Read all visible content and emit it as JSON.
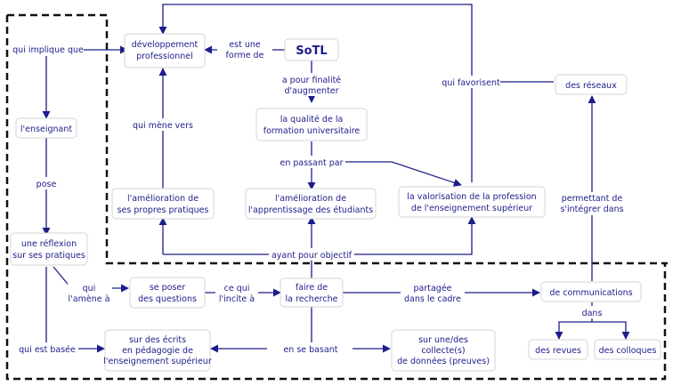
{
  "nodes": {
    "sotl": "SoTL",
    "dev_pro": [
      "développement",
      "professionnel"
    ],
    "qualite": [
      "la qualité de la",
      "formation universitaire"
    ],
    "enseignant": "l'enseignant",
    "reflexion": [
      "une réflexion",
      "sur ses pratiques"
    ],
    "amelioration_pratiques": [
      "l'amélioration de",
      "ses propres pratiques"
    ],
    "amelioration_apprentissage": [
      "l'amélioration de",
      "l'apprentissage des étudiants"
    ],
    "valorisation": [
      "la valorisation de la profession",
      "de l'enseignement supérieur"
    ],
    "reseaux": "des réseaux",
    "questions": [
      "se poser",
      "des questions"
    ],
    "recherche": [
      "faire de",
      "la recherche"
    ],
    "communications": "de communications",
    "ecrits": [
      "sur des écrits",
      "en pédagogie de",
      "l'enseignement supérieur"
    ],
    "collectes": [
      "sur une/des",
      "collecte(s)",
      "de données (preuves)"
    ],
    "revues": "des revues",
    "colloques": "des colloques"
  },
  "links": {
    "est_une_forme": [
      "est une",
      "forme de"
    ],
    "pour_finalite": [
      "a pour finalité",
      "d'augmenter"
    ],
    "qui_implique": "qui implique que",
    "pose": "pose",
    "mene_vers": "qui mène vers",
    "en_passant_par": "en passant par",
    "favorisent": "qui favorisent",
    "permettant": [
      "permettant de",
      "s'intégrer dans"
    ],
    "ayant_objectif": "ayant pour objectif",
    "amene": [
      "qui",
      "l'amène à"
    ],
    "incite": [
      "ce qui",
      "l'incite à"
    ],
    "partagee": [
      "partagée",
      "dans le cadre"
    ],
    "dans": "dans",
    "basee": "qui est basée",
    "en_se_basant": "en se basant"
  }
}
